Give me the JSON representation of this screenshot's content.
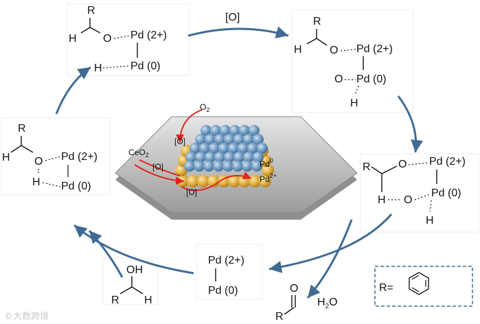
{
  "colors": {
    "arrow": "#3f6b94",
    "pd_top": "#6c9cc7",
    "pd_oxide": "#e6b54c",
    "support": "#c9c9c9",
    "red_arrow": "#e0231b"
  },
  "cycle": {
    "oxidant_label": "[O]",
    "pd2_label": "Pd (2+)",
    "pd0_label": "Pd (0)",
    "R": "R",
    "H": "H",
    "O": "O",
    "OH": "OH",
    "water": "H",
    "water_sub": "2",
    "water_tail": "O",
    "r_equals": "R="
  },
  "center": {
    "o2_text": "O",
    "o2_sub": "2",
    "ceo2_text": "CeO",
    "ceo2_sub": "2",
    "oxygen_labels": [
      "[O]",
      "[O]",
      "[O]"
    ],
    "pd0_text": "Pd",
    "pd0_sup": "0",
    "pd2_text": "Pd",
    "pd2_sup": "2+"
  },
  "watermark": "©大数跨境"
}
